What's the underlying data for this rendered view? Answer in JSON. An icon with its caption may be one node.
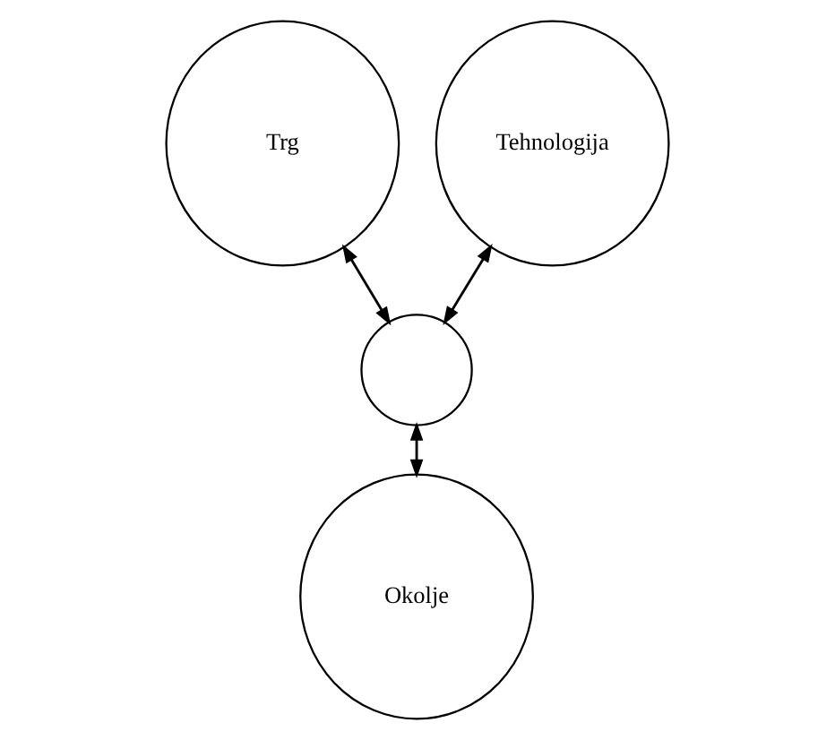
{
  "diagram": {
    "nodes": [
      {
        "text": [
          "Trg"
        ]
      },
      {
        "text": [
          "Tehnologija"
        ]
      },
      {
        "text": [],
        "shape": "circle"
      },
      {
        "text": [
          "Okolje"
        ]
      }
    ],
    "edges": [
      {
        "from": 0,
        "to": 2,
        "arrow": "both"
      },
      {
        "from": 1,
        "to": 2,
        "arrow": "both"
      },
      {
        "from": 2,
        "to": 3,
        "arrow": "both"
      }
    ]
  }
}
